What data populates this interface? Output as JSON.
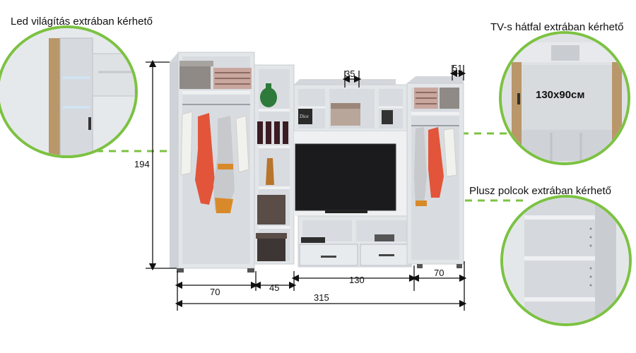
{
  "captions": {
    "led": "Led világítás extrában kérhető",
    "tv_back": "TV-s hátfal extrában kérhető",
    "shelves": "Plusz polcok extrában kérhető"
  },
  "tv_back_size": "130x90cм",
  "dimensions": {
    "height": "194",
    "width_left": "70",
    "width_shelf": "45",
    "width_tv": "130",
    "width_right": "70",
    "width_total": "315",
    "depth_tv": "35",
    "depth_right": "51"
  },
  "box_label": "Dior",
  "colors": {
    "accent_green": "#7cc242",
    "cabinet": "#e3e6e9",
    "wood": "#b9976a"
  }
}
